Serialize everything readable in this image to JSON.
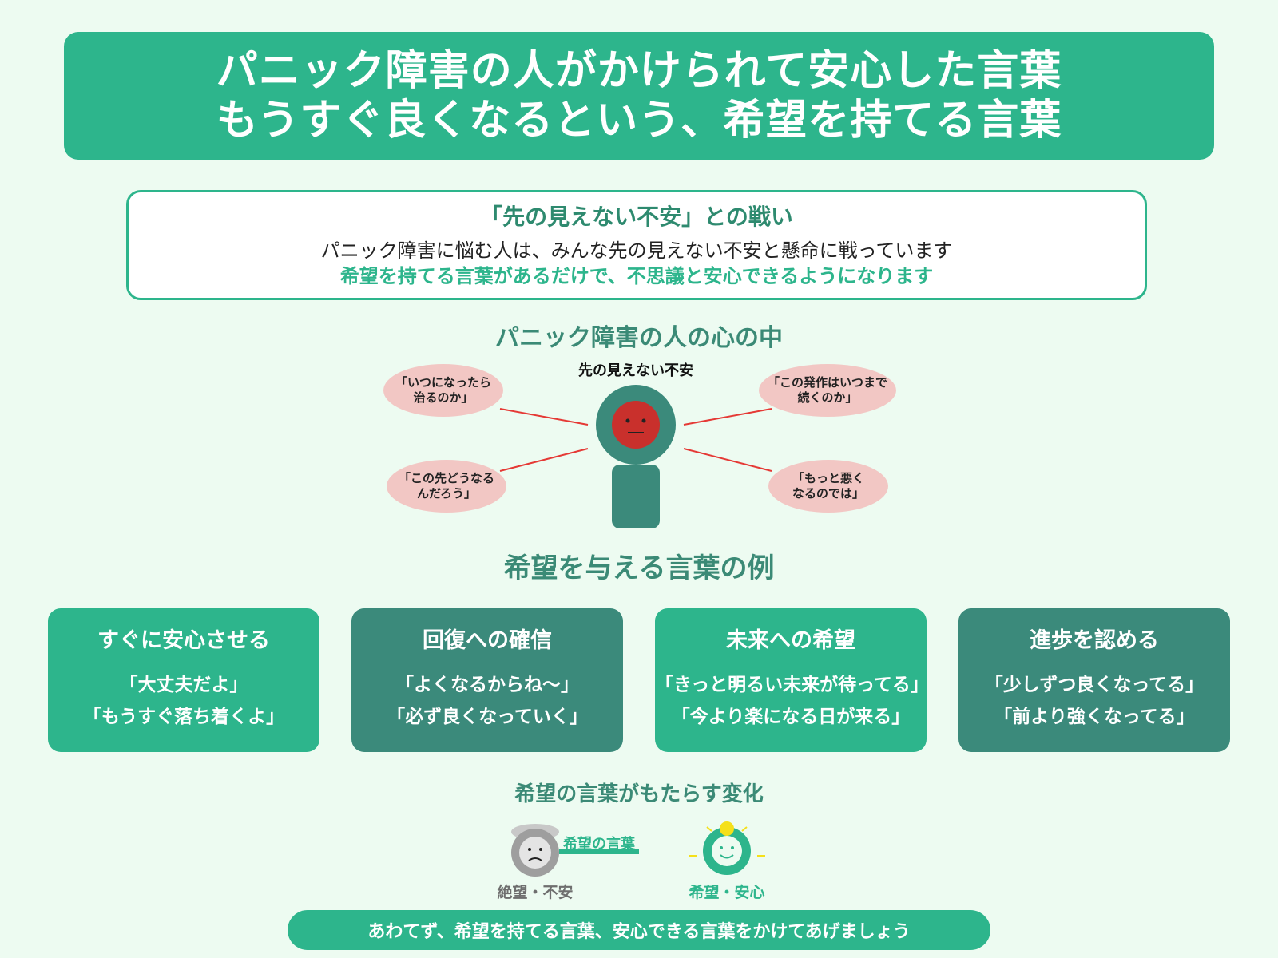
{
  "header": {
    "title_line1": "パニック障害の人がかけられて安心した言葉",
    "title_line2": "もうすぐ良くなるという、希望を持てる言葉"
  },
  "intro": {
    "title": "「先の見えない不安」との戦い",
    "body": "パニック障害に悩む人は、みんな先の見えない不安と懸命に戦っています",
    "accent": "希望を持てる言葉があるだけで、不思議と安心できるようになります"
  },
  "mind": {
    "title": "パニック障害の人の心の中",
    "center_label": "先の見えない不安",
    "bubbles": {
      "top_left": [
        "「いつになったら",
        "治るのか」"
      ],
      "top_right": [
        "「この発作はいつまで",
        "続くのか」"
      ],
      "bottom_left": [
        "「この先どうなる",
        "んだろう」"
      ],
      "bottom_right": [
        "「もっと悪く",
        "なるのでは」"
      ]
    }
  },
  "examples": {
    "title": "希望を与える言葉の例",
    "cards": [
      {
        "title": "すぐに安心させる",
        "lines": [
          "「大丈夫だよ」",
          "「もうすぐ落ち着くよ」"
        ]
      },
      {
        "title": "回復への確信",
        "lines": [
          "「よくなるからね～」",
          "「必ず良くなっていく」"
        ]
      },
      {
        "title": "未来への希望",
        "lines": [
          "「きっと明るい未来が待ってる」",
          "「今より楽になる日が来る」"
        ]
      },
      {
        "title": "進歩を認める",
        "lines": [
          "「少しずつ良くなってる」",
          "「前より強くなってる」"
        ]
      }
    ]
  },
  "change": {
    "title": "希望の言葉がもたらす変化",
    "before_label": "絶望・不安",
    "arrow_label": "希望の言葉",
    "after_label": "希望・安心"
  },
  "footer": {
    "text": "あわてず、希望を持てる言葉、安心できる言葉をかけてあげましょう"
  },
  "colors": {
    "primary": "#2db58c",
    "dark": "#3b8a7b",
    "background": "#edfbf1",
    "bubble": "#f2c7c4",
    "worried_face": "#c9302c",
    "connector": "#e53935",
    "sun": "#f5e01a"
  }
}
